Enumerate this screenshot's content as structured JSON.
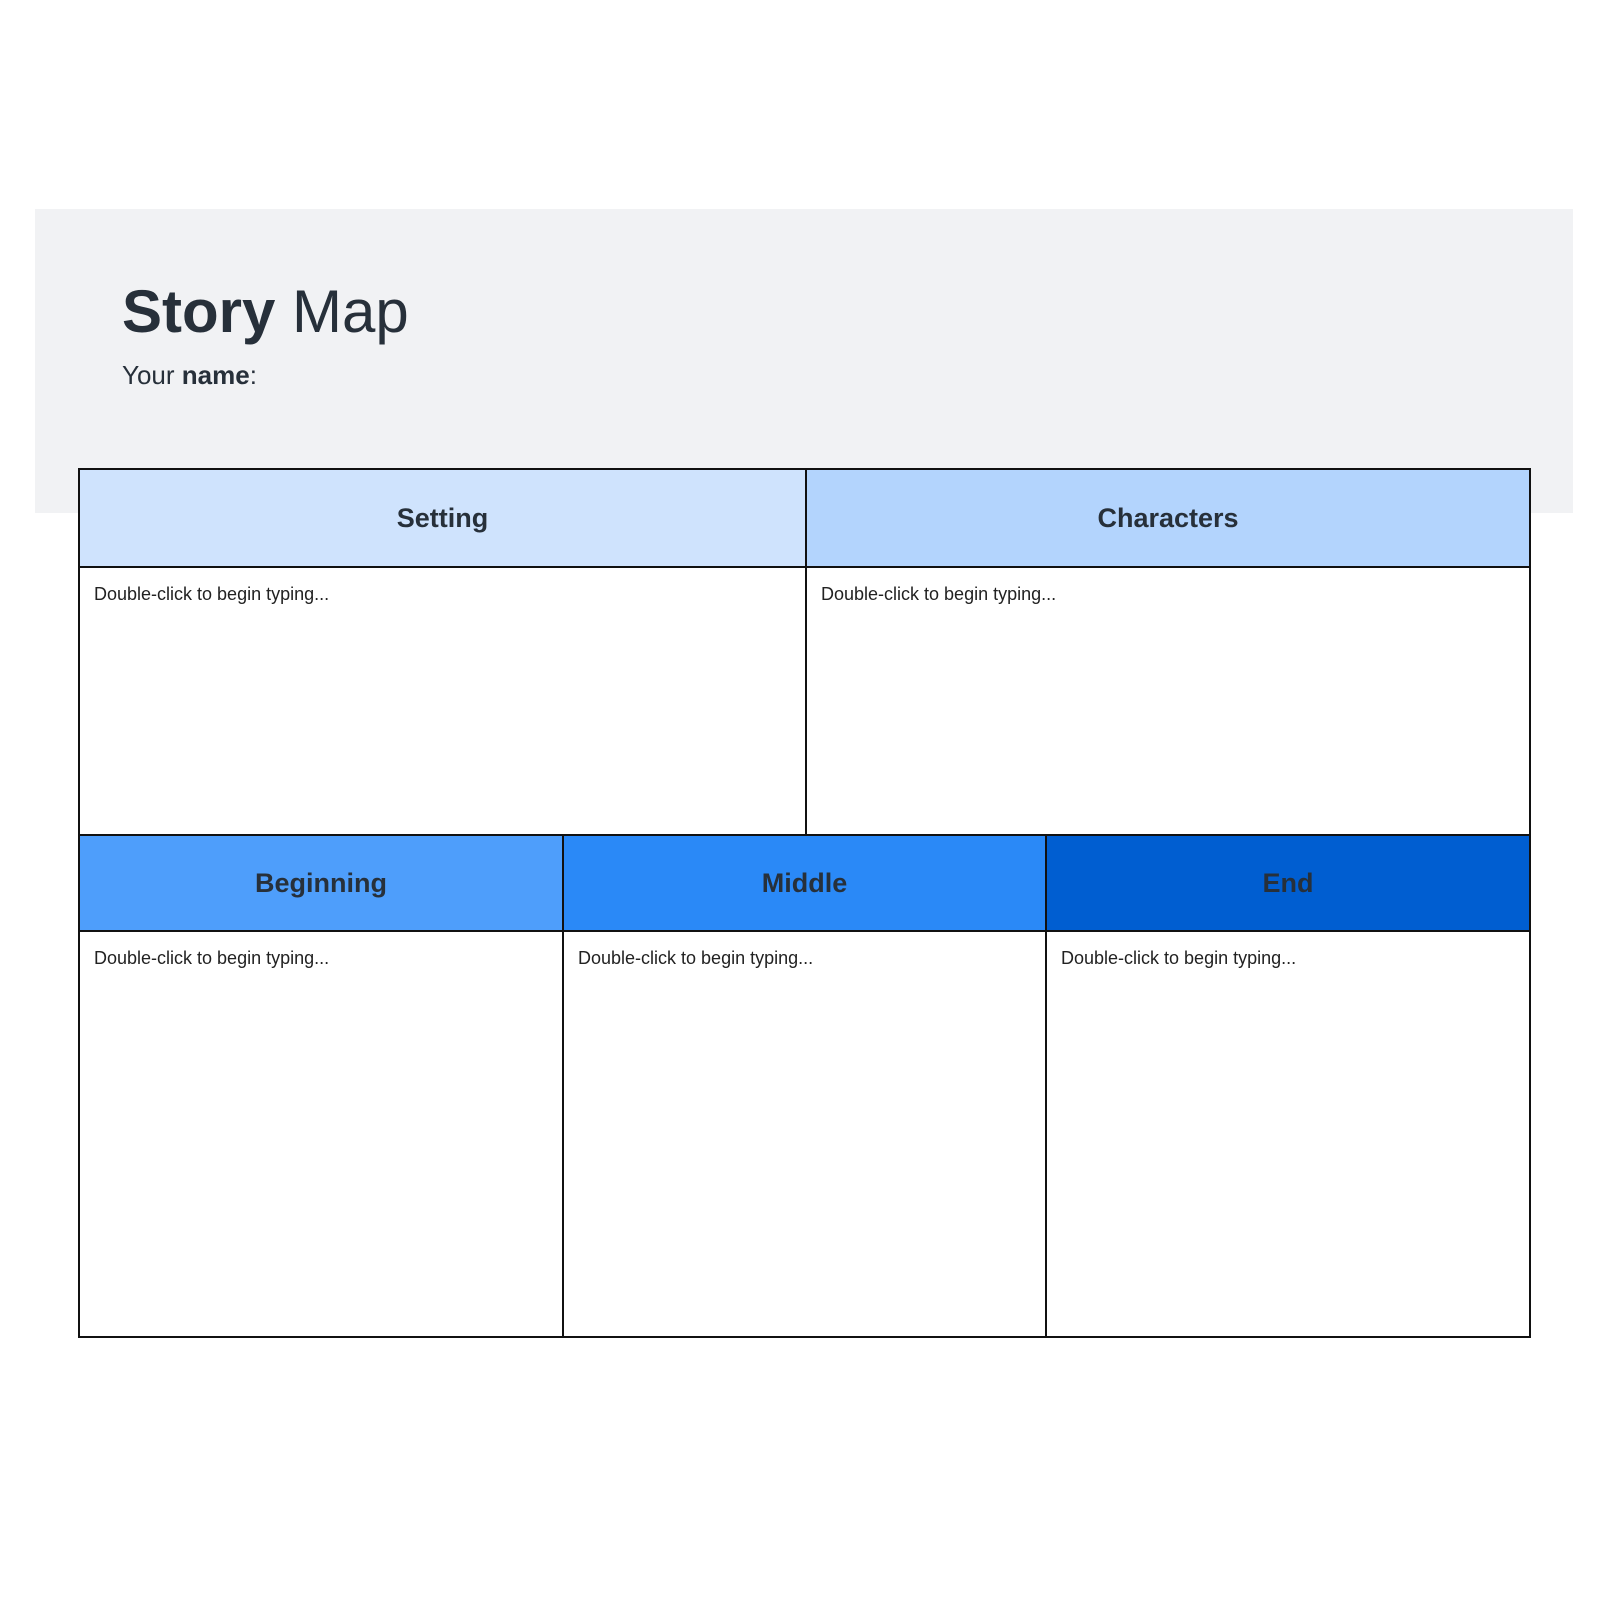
{
  "header": {
    "title_bold": "Story",
    "title_rest": " Map",
    "name_prefix": "Your ",
    "name_bold": "name",
    "name_suffix": ":"
  },
  "sections": [
    {
      "key": "setting",
      "label": "Setting",
      "placeholder": "Double-click to begin typing...",
      "color": "#cfe3fd"
    },
    {
      "key": "characters",
      "label": "Characters",
      "placeholder": "Double-click to begin typing...",
      "color": "#b3d4fd"
    },
    {
      "key": "beginning",
      "label": "Beginning",
      "placeholder": "Double-click to begin typing...",
      "color": "#4e9efb"
    },
    {
      "key": "middle",
      "label": "Middle",
      "placeholder": "Double-click to begin typing...",
      "color": "#2a89f7"
    },
    {
      "key": "end",
      "label": "End",
      "placeholder": "Double-click to begin typing...",
      "color": "#005ed1"
    }
  ]
}
